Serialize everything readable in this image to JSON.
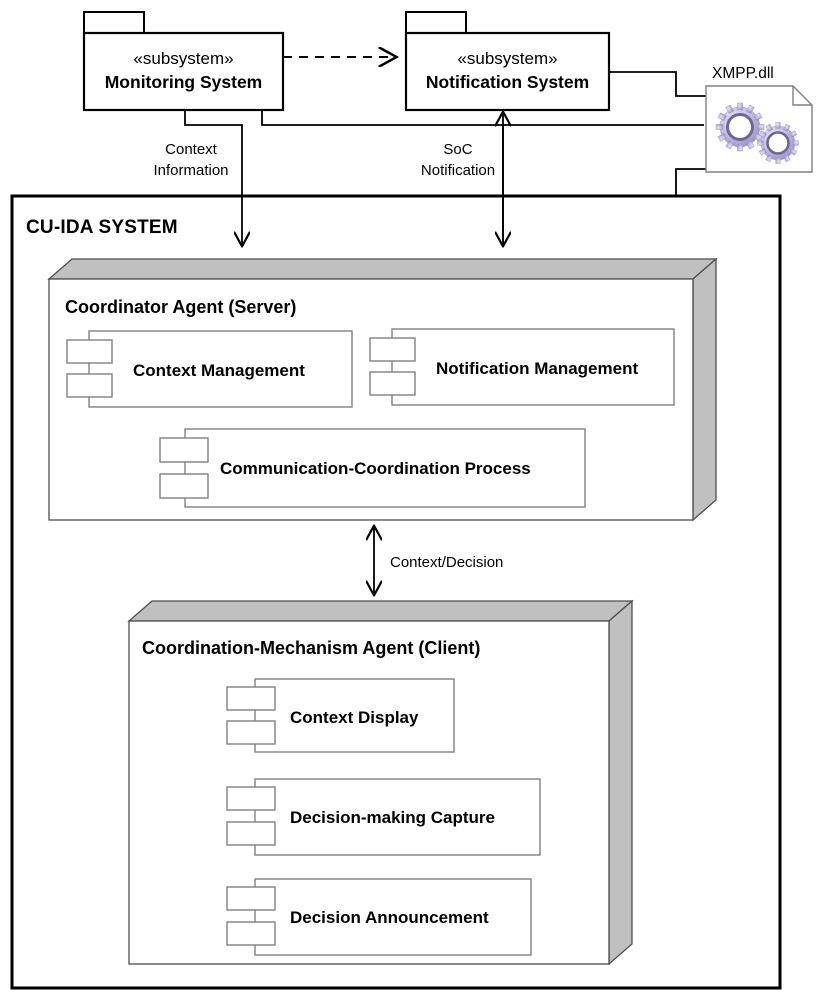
{
  "diagram": {
    "title": "CU-IDA SYSTEM",
    "colors": {
      "line": "#000000",
      "component_border": "#808080",
      "box_face_3d": "#c0c0c0",
      "gear_light": "#cdc7e8",
      "gear_mid": "#a39ccb",
      "gear_dark": "#6e6794",
      "background": "#ffffff"
    },
    "external_subsystems": [
      {
        "id": "monitoring-system",
        "stereotype": "«subsystem»",
        "name": "Monitoring System"
      },
      {
        "id": "notification-system",
        "stereotype": "«subsystem»",
        "name": "Notification System"
      }
    ],
    "artifact": {
      "id": "xmpp-dll",
      "label": "XMPP.dll",
      "icon": "gears-icon"
    },
    "connector_labels": [
      {
        "id": "context-information",
        "line1": "Context",
        "line2": "Information"
      },
      {
        "id": "soc-notification",
        "line1": "SoC",
        "line2": "Notification"
      }
    ],
    "internal_link": {
      "id": "context-decision",
      "label": "Context/Decision"
    },
    "agents": [
      {
        "id": "coordinator-agent",
        "title": "Coordinator Agent (Server)",
        "components": [
          {
            "id": "context-management",
            "label": "Context Management"
          },
          {
            "id": "notification-management",
            "label": "Notification Management"
          },
          {
            "id": "communication-coordination-process",
            "label": "Communication-Coordination Process"
          }
        ]
      },
      {
        "id": "coordination-mechanism-agent",
        "title": "Coordination-Mechanism Agent (Client)",
        "components": [
          {
            "id": "context-display",
            "label": "Context Display"
          },
          {
            "id": "decision-making-capture",
            "label": "Decision-making Capture"
          },
          {
            "id": "decision-announcement",
            "label": "Decision Announcement"
          }
        ]
      }
    ]
  }
}
